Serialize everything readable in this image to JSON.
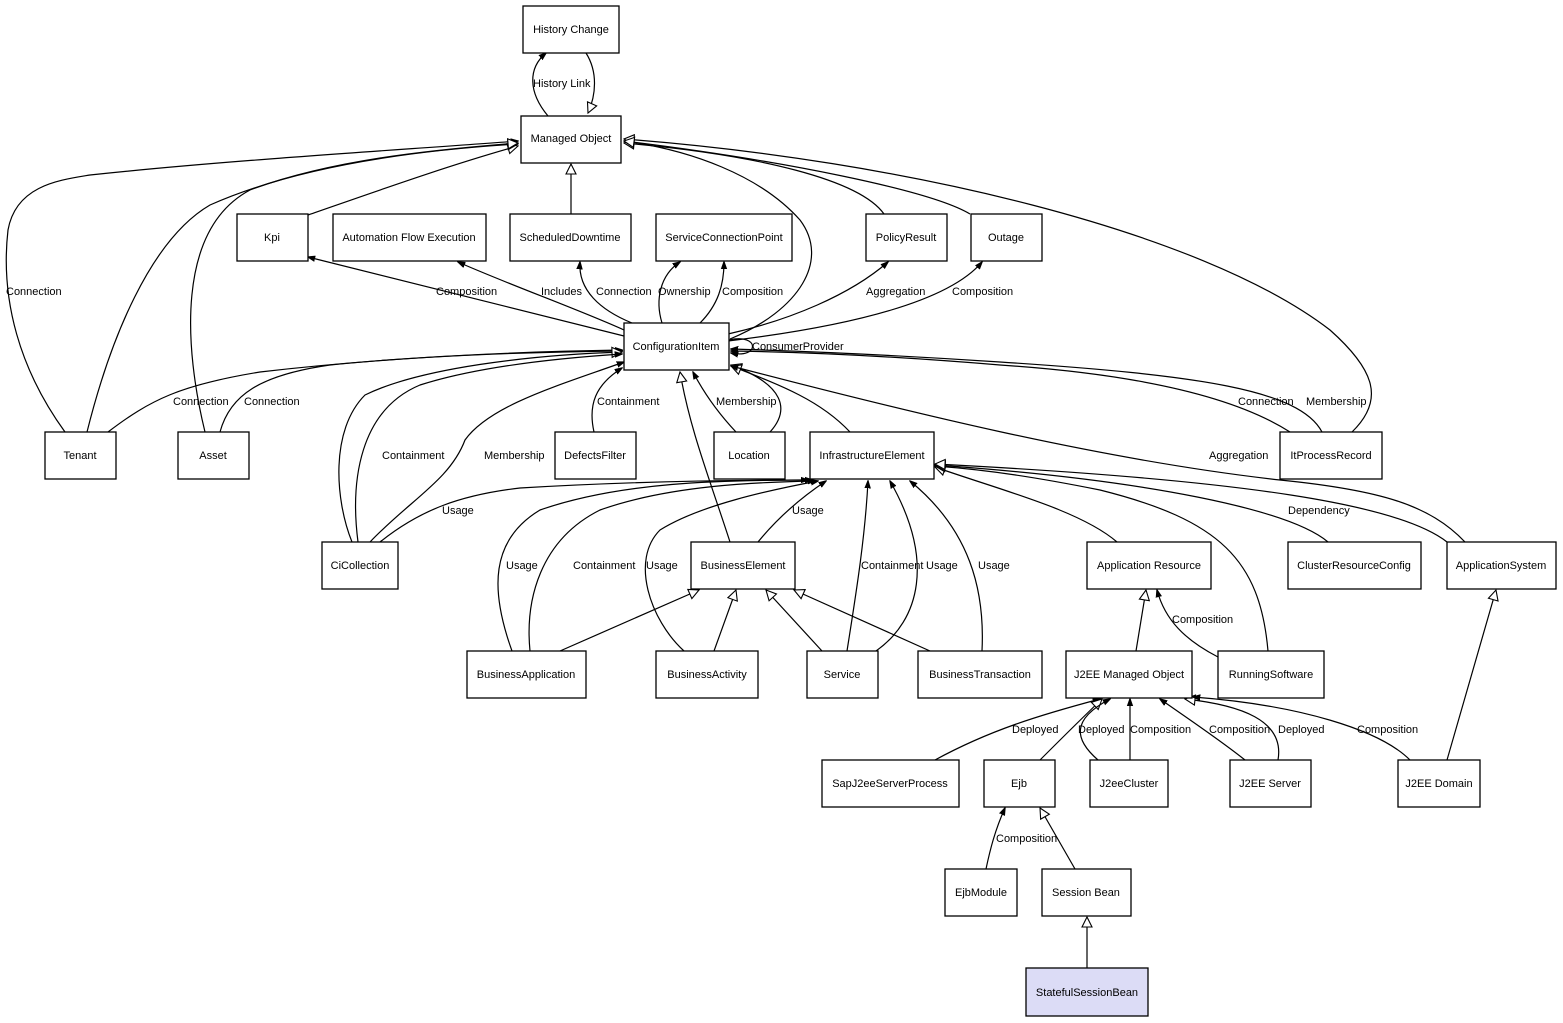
{
  "diagram": {
    "type": "uml-class-diagram",
    "highlight_color": "#dcdcf6",
    "nodes": {
      "history_change": "History Change",
      "managed_object": "Managed Object",
      "kpi": "Kpi",
      "automation_flow_execution": "Automation Flow Execution",
      "scheduled_downtime": "ScheduledDowntime",
      "service_connection_point": "ServiceConnectionPoint",
      "policy_result": "PolicyResult",
      "outage": "Outage",
      "configuration_item": "ConfigurationItem",
      "tenant": "Tenant",
      "asset": "Asset",
      "defects_filter": "DefectsFilter",
      "location": "Location",
      "infrastructure_element": "InfrastructureElement",
      "it_process_record": "ItProcessRecord",
      "ci_collection": "CiCollection",
      "business_element": "BusinessElement",
      "application_resource": "Application Resource",
      "cluster_resource_config": "ClusterResourceConfig",
      "application_system": "ApplicationSystem",
      "business_application": "BusinessApplication",
      "business_activity": "BusinessActivity",
      "service": "Service",
      "business_transaction": "BusinessTransaction",
      "j2ee_managed_object": "J2EE Managed Object",
      "running_software": "RunningSoftware",
      "sap_j2ee_server_process": "SapJ2eeServerProcess",
      "ejb": "Ejb",
      "j2ee_cluster": "J2eeCluster",
      "j2ee_server": "J2EE Server",
      "j2ee_domain": "J2EE Domain",
      "ejb_module": "EjbModule",
      "session_bean": "Session Bean",
      "stateful_session_bean": "StatefulSessionBean"
    },
    "edge_labels": {
      "history_link": "History Link",
      "connection_tenant_mo": "Connection",
      "composition_kpi": "Composition",
      "includes": "Includes",
      "connection_sd": "Connection",
      "ownership": "Ownership",
      "composition_scp": "Composition",
      "aggregation_pr": "Aggregation",
      "composition_outage": "Composition",
      "consumer_provider": "ConsumerProvider",
      "connection_tenant_ci": "Connection",
      "connection_asset": "Connection",
      "containment_df": "Containment",
      "membership_loc": "Membership",
      "connection_itpr": "Connection",
      "membership_itpr": "Membership",
      "containment_cic": "Containment",
      "membership_cic": "Membership",
      "aggregation_appsys": "Aggregation",
      "usage_cic": "Usage",
      "usage_be": "Usage",
      "dependency": "Dependency",
      "usage_ba": "Usage",
      "containment_ba": "Containment",
      "usage_bact": "Usage",
      "containment_svc": "Containment",
      "usage_svc": "Usage",
      "usage_bt": "Usage",
      "composition_rs": "Composition",
      "deployed_sap": "Deployed",
      "deployed_cluster": "Deployed",
      "composition_cluster": "Composition",
      "composition_server": "Composition",
      "deployed_server": "Deployed",
      "composition_domain": "Composition",
      "composition_ejbmodule": "Composition"
    }
  }
}
